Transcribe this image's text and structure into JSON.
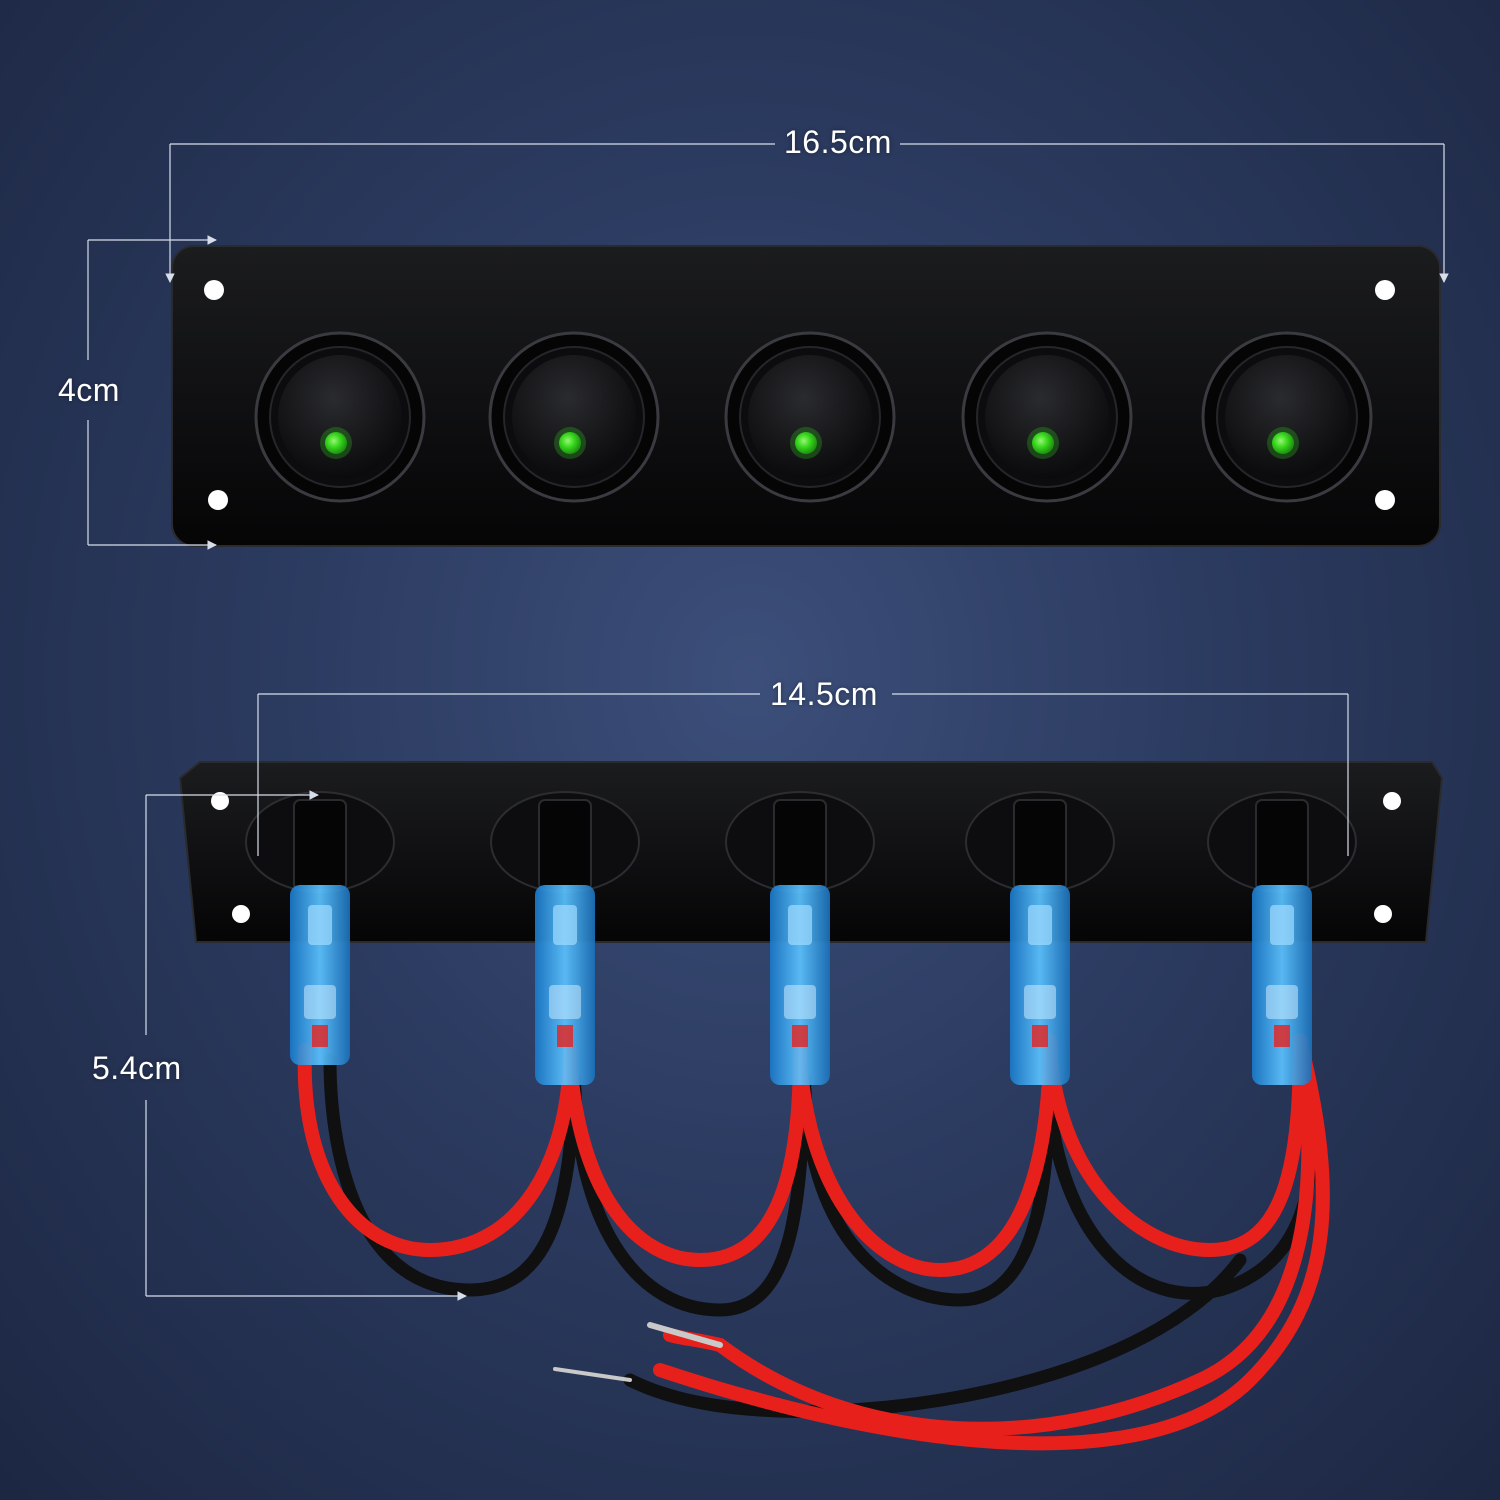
{
  "dimensions": {
    "front_width": "16.5cm",
    "front_height": "4cm",
    "back_width": "14.5cm",
    "back_depth": "5.4cm"
  },
  "colors": {
    "background": "#2b3a5f",
    "panel": "#0f0f10",
    "led": "#35e01f",
    "connector": "#3aa9f0",
    "wire_red": "#e8201c",
    "wire_black": "#101010",
    "dimension_line": "#d7deea"
  },
  "switch_count": 5
}
